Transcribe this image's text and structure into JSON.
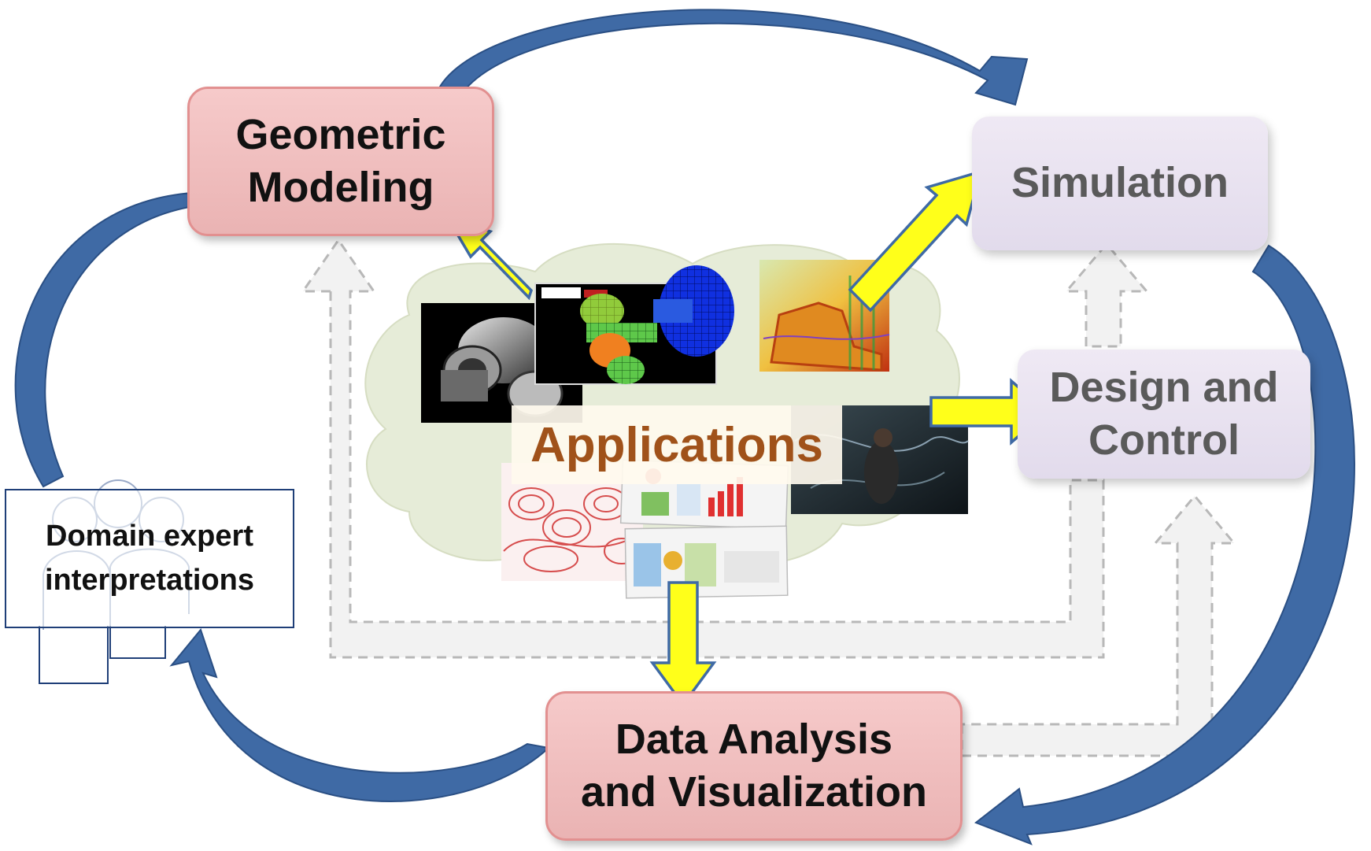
{
  "diagram": {
    "nodes": {
      "geometric_modeling": {
        "lines": [
          "Geometric",
          "Modeling"
        ]
      },
      "simulation": {
        "lines": [
          "Simulation"
        ]
      },
      "design_control": {
        "lines": [
          "Design and",
          "Control"
        ]
      },
      "data_analysis": {
        "lines": [
          "Data Analysis",
          "and Visualization"
        ]
      },
      "domain_expert": {
        "lines": [
          "Domain expert",
          "interpretations"
        ]
      },
      "applications": {
        "label": "Applications"
      }
    },
    "images": [
      "gear-assembly-render",
      "fem-mesh-simulation",
      "cfd-vehicle-simulation",
      "fluid-vortex-plot",
      "dashboard-charts",
      "storm-scene-render"
    ],
    "colors": {
      "cycle_arrow": "#3f6aa5",
      "application_arrow": "#ffff1a",
      "application_arrow_outline": "#3f6aa5",
      "feedback_arrow": "#d6d6d6",
      "primary_box": "#efbdbd",
      "secondary_box": "#e8e2ef",
      "applications_text": "#a0521a",
      "cloud": "#e6ecd8"
    }
  }
}
